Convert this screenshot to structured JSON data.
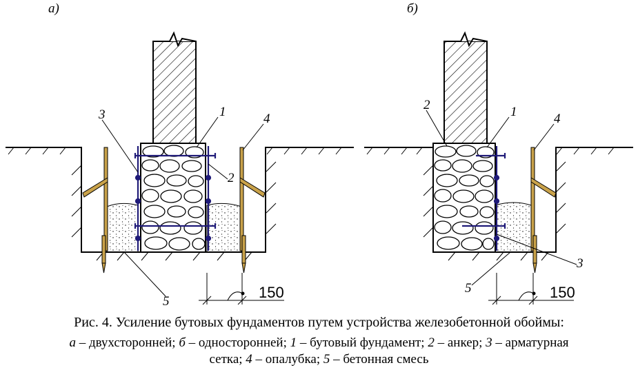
{
  "panels": {
    "a": {
      "title": "а)",
      "callouts": [
        "1",
        "2",
        "3",
        "4",
        "5"
      ],
      "dimension": "150"
    },
    "b": {
      "title": "б)",
      "callouts": [
        "1",
        "2",
        "3",
        "4",
        "5"
      ],
      "dimension": "150"
    }
  },
  "caption": {
    "line1": "Рис. 4.  Усиление бутовых фундаментов путем устройства железобетонной обоймы:",
    "line2": [
      {
        "t": "а",
        "i": true
      },
      {
        "t": " – двухсторонней; ",
        "i": false
      },
      {
        "t": "б",
        "i": true
      },
      {
        "t": " – односторонней; ",
        "i": false
      },
      {
        "t": "1",
        "i": true
      },
      {
        "t": " – бутовый фундамент; ",
        "i": false
      },
      {
        "t": "2",
        "i": true
      },
      {
        "t": " – анкер; ",
        "i": false
      },
      {
        "t": "3",
        "i": true
      },
      {
        "t": " – арматурная",
        "i": false
      }
    ],
    "line3": [
      {
        "t": "сетка; ",
        "i": false
      },
      {
        "t": "4",
        "i": true
      },
      {
        "t": " – опалубка; ",
        "i": false
      },
      {
        "t": "5",
        "i": true
      },
      {
        "t": " – бетонная смесь",
        "i": false
      }
    ]
  },
  "colors": {
    "line": "#000000",
    "formwork": "#c9a24a",
    "rebar": "#1f1a78",
    "concrete": "#f4f4f4"
  }
}
